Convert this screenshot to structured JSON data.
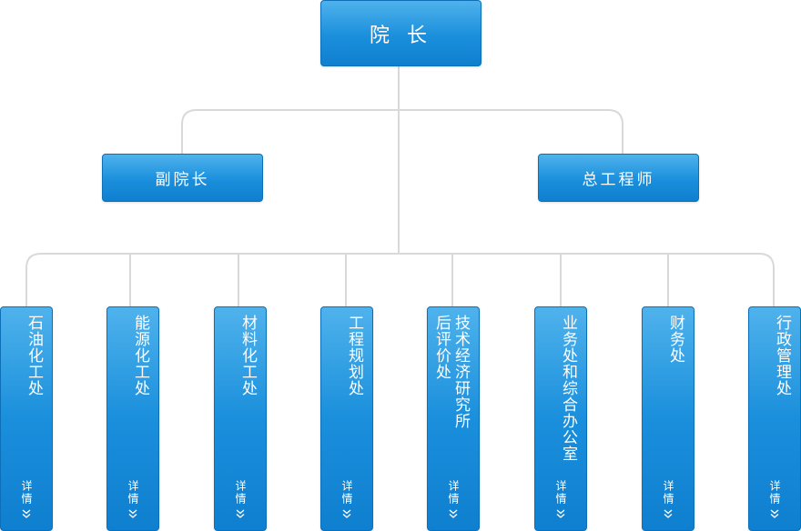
{
  "top": {
    "label": "院 长"
  },
  "middle": [
    {
      "label": "副院长"
    },
    {
      "label": "总工程师"
    }
  ],
  "departments": [
    {
      "name": "石油化工处",
      "detail": "详情"
    },
    {
      "name": "能源化工处",
      "detail": "详情"
    },
    {
      "name": "材料化工处",
      "detail": "详情"
    },
    {
      "name": "工程规划处",
      "detail": "详情"
    },
    {
      "name": "技术经济研究所后评价处",
      "detail": "详情"
    },
    {
      "name": "业务处和综合办公室",
      "detail": "详情"
    },
    {
      "name": "财务处",
      "detail": "详情"
    },
    {
      "name": "行政管理处",
      "detail": "详情"
    }
  ],
  "colors": {
    "box_top": "#4fb2ec",
    "box_bottom": "#0f7fcf",
    "border": "#0c6fb8",
    "connector": "#d9d9d9",
    "text": "#ffffff"
  },
  "icons": {
    "detail": "chevron-double-down-icon"
  }
}
